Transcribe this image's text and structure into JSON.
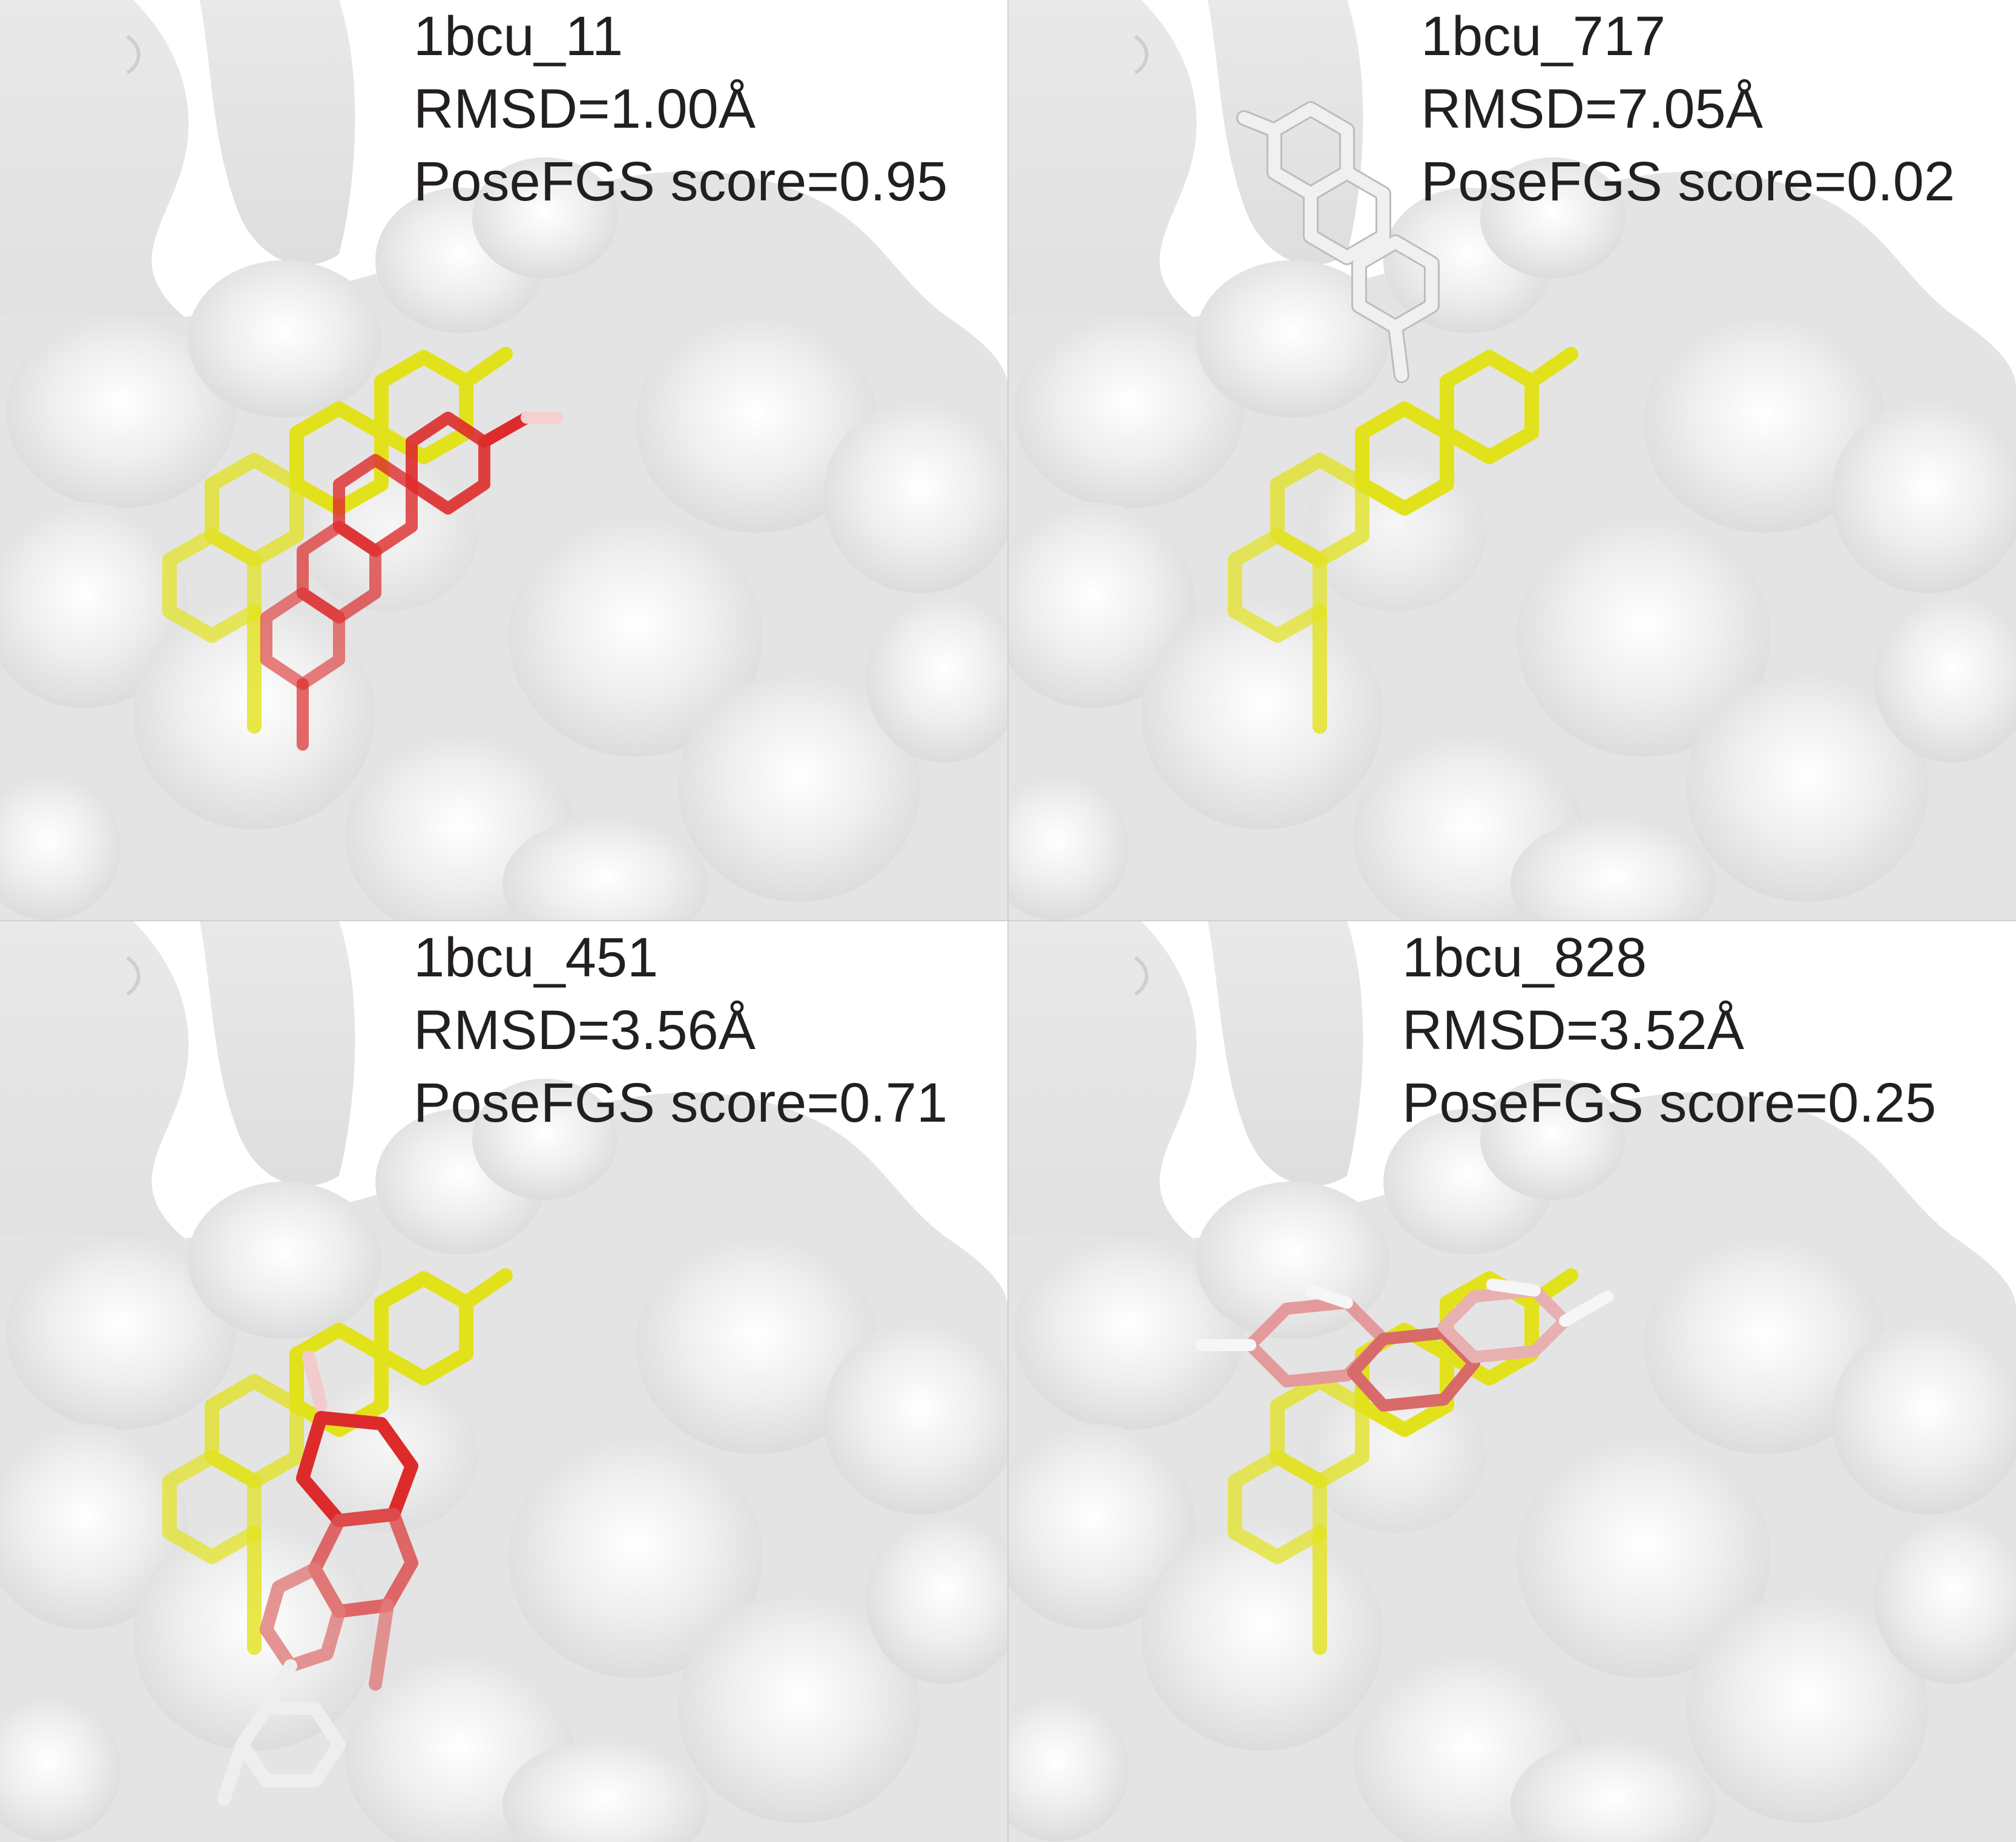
{
  "panels": [
    {
      "id": "1bcu_11",
      "rmsd": "RMSD=1.00Å",
      "score": "PoseFGS score=0.95",
      "pose_color": "red"
    },
    {
      "id": "1bcu_717",
      "rmsd": "RMSD=7.05Å",
      "score": "PoseFGS score=0.02",
      "pose_color": "white"
    },
    {
      "id": "1bcu_451",
      "rmsd": "RMSD=3.56Å",
      "score": "PoseFGS score=0.71",
      "pose_color": "red-white"
    },
    {
      "id": "1bcu_828",
      "rmsd": "RMSD=3.52Å",
      "score": "PoseFGS score=0.25",
      "pose_color": "pink"
    }
  ],
  "colors": {
    "surface": "#e6e6e6",
    "reference_ligand": "#e2e21c",
    "pose_red": "#dd2b2b",
    "pose_pink": "#e49a9a",
    "pose_white": "#f0f0f0",
    "text": "#231f20"
  }
}
